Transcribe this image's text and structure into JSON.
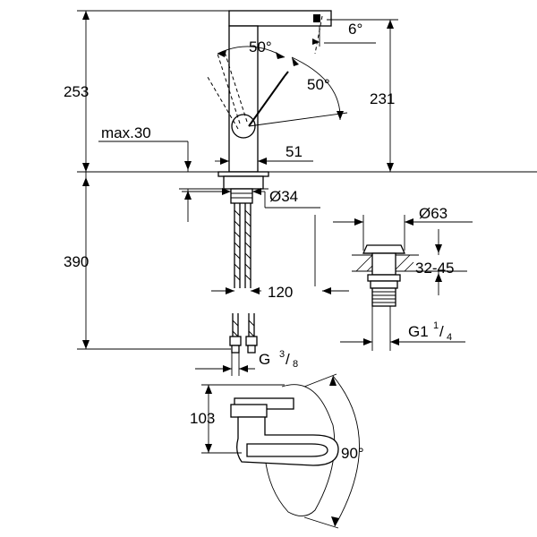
{
  "dimensions": {
    "total_height": "253",
    "spout_height": "231",
    "max_deck": "max.30",
    "spout_projection": "51",
    "base_diameter": "Ø34",
    "hose_length": "390",
    "hose_bend": "120",
    "hose_connection": "G",
    "hose_connection_frac_num": "3",
    "hose_connection_frac_den": "8",
    "swivel_offset": "103",
    "swivel_angle": "90°",
    "lever_angle_upper": "50°",
    "lever_angle_lower": "50°",
    "tilt_angle": "6°",
    "waste_diameter": "Ø63",
    "waste_range": "32-45",
    "waste_thread": "G1",
    "waste_thread_frac_num": "1",
    "waste_thread_frac_den": "4"
  }
}
